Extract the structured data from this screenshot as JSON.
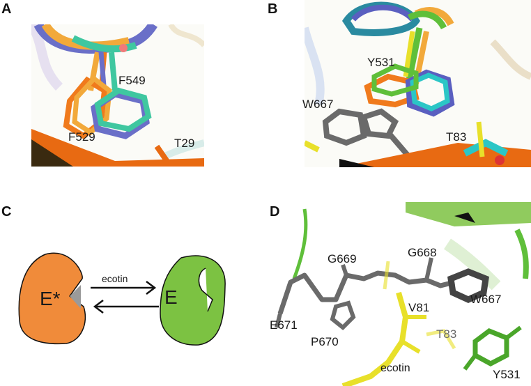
{
  "panels": {
    "A": {
      "letter": "A",
      "labels": {
        "F549": "F549",
        "F529": "F529",
        "T29": "T29"
      }
    },
    "B": {
      "letter": "B",
      "labels": {
        "Y531": "Y531",
        "W667": "W667",
        "T83": "T83"
      }
    },
    "C": {
      "letter": "C",
      "state_left": "E*",
      "state_right": "E",
      "arrow_label": "ecotin",
      "colors": {
        "left": "#f08b3a",
        "right": "#7cc242"
      }
    },
    "D": {
      "letter": "D",
      "labels": {
        "G669": "G669",
        "G668": "G668",
        "V81": "V81",
        "W667": "W667",
        "E671": "E671",
        "T83": "T83",
        "P670": "P670",
        "ecotin": "ecotin",
        "Y531": "Y531"
      }
    }
  },
  "colors": {
    "orange": "#f07a1c",
    "gold": "#f2a93b",
    "teal": "#3fc7a0",
    "slate": "#6a6fc8",
    "cyan": "#2bc6c6",
    "green": "#5fbf3a",
    "gray": "#666666",
    "yellow": "#e8e02a"
  }
}
